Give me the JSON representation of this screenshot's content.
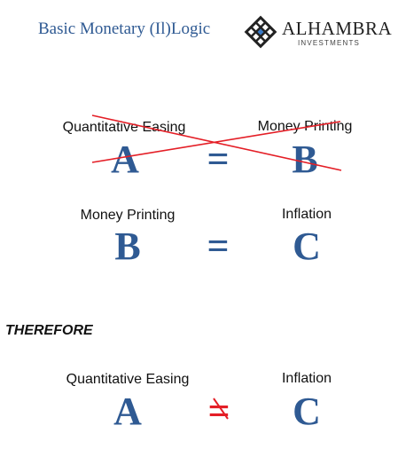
{
  "header": {
    "title": "Basic Monetary (Il)Logic",
    "logo_name": "ALHAMBRA",
    "logo_sub": "INVESTMENTS"
  },
  "rows": [
    {
      "left_label": "Quantitative Easing",
      "left_letter": "A",
      "operator": "=",
      "right_label": "Money Printing",
      "right_letter": "B",
      "crossed_out": true
    },
    {
      "left_label": "Money Printing",
      "left_letter": "B",
      "operator": "=",
      "right_label": "Inflation",
      "right_letter": "C",
      "crossed_out": false
    },
    {
      "left_label": "Quantitative Easing",
      "left_letter": "A",
      "operator": "=",
      "right_label": "Inflation",
      "right_letter": "C",
      "operator_struck": true
    }
  ],
  "conclusion_word": "THEREFORE",
  "colors": {
    "accent": "#2f5a93",
    "strike": "#e41e26",
    "text": "#111111"
  },
  "icons": {
    "logo_mark": "diamond-lattice-icon"
  }
}
